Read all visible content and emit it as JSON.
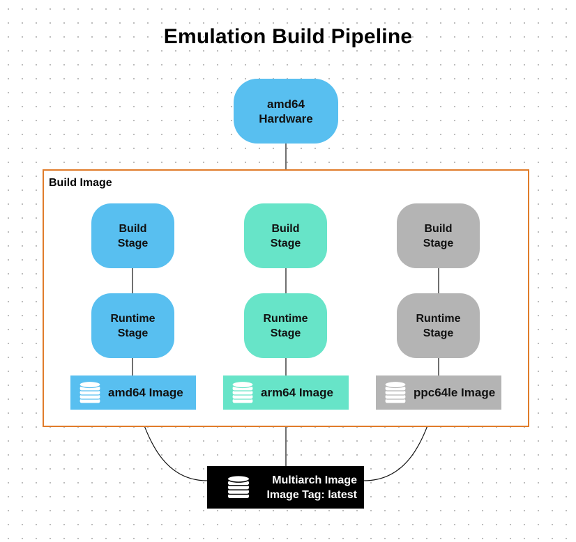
{
  "title": "Emulation Build Pipeline",
  "hardware_node": {
    "line1": "amd64",
    "line2": "Hardware"
  },
  "build_group": {
    "label": "Build Image"
  },
  "colors": {
    "amd64": "#58bff0",
    "arm64": "#67e4c8",
    "ppc64le": "#b4b4b4",
    "group_border": "#e07c2a",
    "multiarch_bg": "#000000",
    "multiarch_text": "#ffffff"
  },
  "columns": [
    {
      "build": {
        "line1": "Build",
        "line2": "Stage"
      },
      "runtime": {
        "line1": "Runtime",
        "line2": "Stage"
      },
      "image": {
        "label": "amd64 Image",
        "icon": "database-icon"
      }
    },
    {
      "build": {
        "line1": "Build",
        "line2": "Stage"
      },
      "runtime": {
        "line1": "Runtime",
        "line2": "Stage"
      },
      "image": {
        "label": "arm64 Image",
        "icon": "database-icon"
      }
    },
    {
      "build": {
        "line1": "Build",
        "line2": "Stage"
      },
      "runtime": {
        "line1": "Runtime",
        "line2": "Stage"
      },
      "image": {
        "label": "ppc64le Image",
        "icon": "database-icon"
      }
    }
  ],
  "multiarch": {
    "line1": "Multiarch Image",
    "line2": "Image Tag: latest",
    "icon": "database-icon"
  }
}
